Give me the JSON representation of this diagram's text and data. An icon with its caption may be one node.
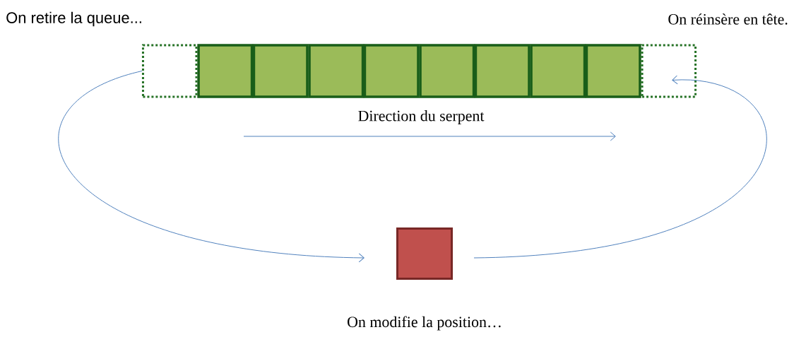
{
  "diagram": {
    "nodes": [
      {
        "text": [],
        "shape": "box"
      },
      {
        "text": [],
        "shape": "box"
      },
      {
        "text": [],
        "shape": "box"
      },
      {
        "text": [],
        "shape": "box"
      },
      {
        "text": [],
        "shape": "box"
      },
      {
        "text": [],
        "shape": "box"
      },
      {
        "text": [],
        "shape": "box"
      },
      {
        "text": [],
        "shape": "box"
      },
      {
        "text": [],
        "shape": "box"
      },
      {
        "text": [],
        "shape": "box"
      },
      {
        "text": [],
        "shape": "box",
        "beside": [
          "On modifie la position…"
        ]
      }
    ],
    "edges": [
      {
        "from": 0,
        "to": 10,
        "arrow": "to"
      },
      {
        "from": 10,
        "to": 9,
        "arrow": "to"
      }
    ],
    "labels": [
      "On retire la queue...",
      "On réinsère en tête.",
      "Direction du serpent"
    ]
  }
}
